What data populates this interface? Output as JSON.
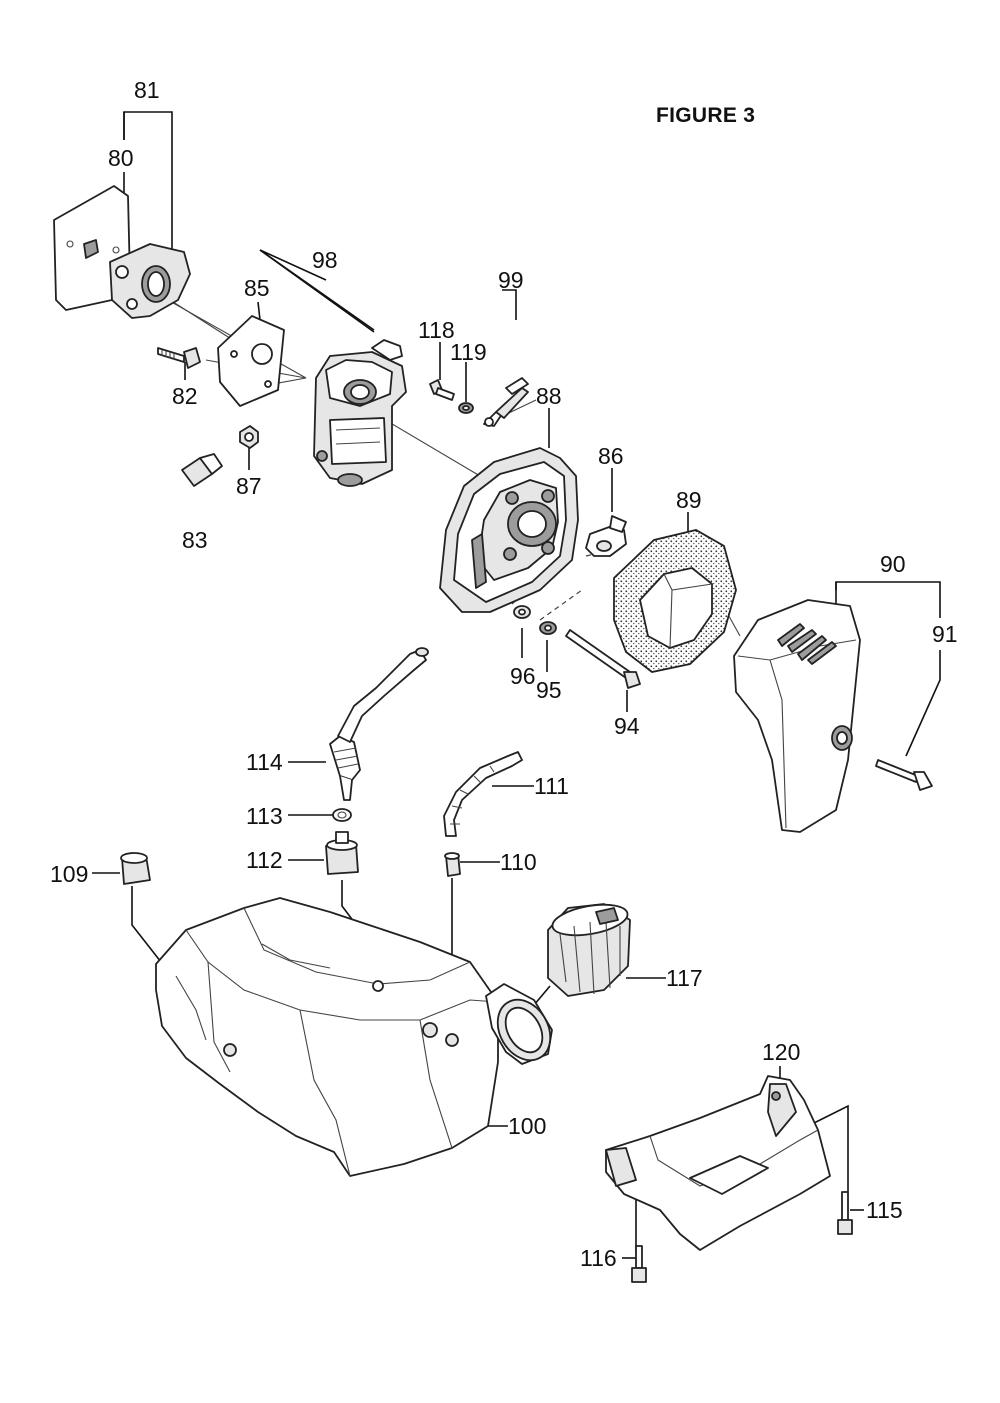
{
  "figure": {
    "title": "FIGURE 3"
  },
  "parts": {
    "p80": "80",
    "p81": "81",
    "p82": "82",
    "p83": "83",
    "p85": "85",
    "p86": "86",
    "p87": "87",
    "p88": "88",
    "p89": "89",
    "p90": "90",
    "p91": "91",
    "p94": "94",
    "p95": "95",
    "p96": "96",
    "p98": "98",
    "p99": "99",
    "p100": "100",
    "p109": "109",
    "p110": "110",
    "p111": "111",
    "p112": "112",
    "p113": "113",
    "p114": "114",
    "p115": "115",
    "p116": "116",
    "p117": "117",
    "p118": "118",
    "p119": "119",
    "p120": "120"
  }
}
